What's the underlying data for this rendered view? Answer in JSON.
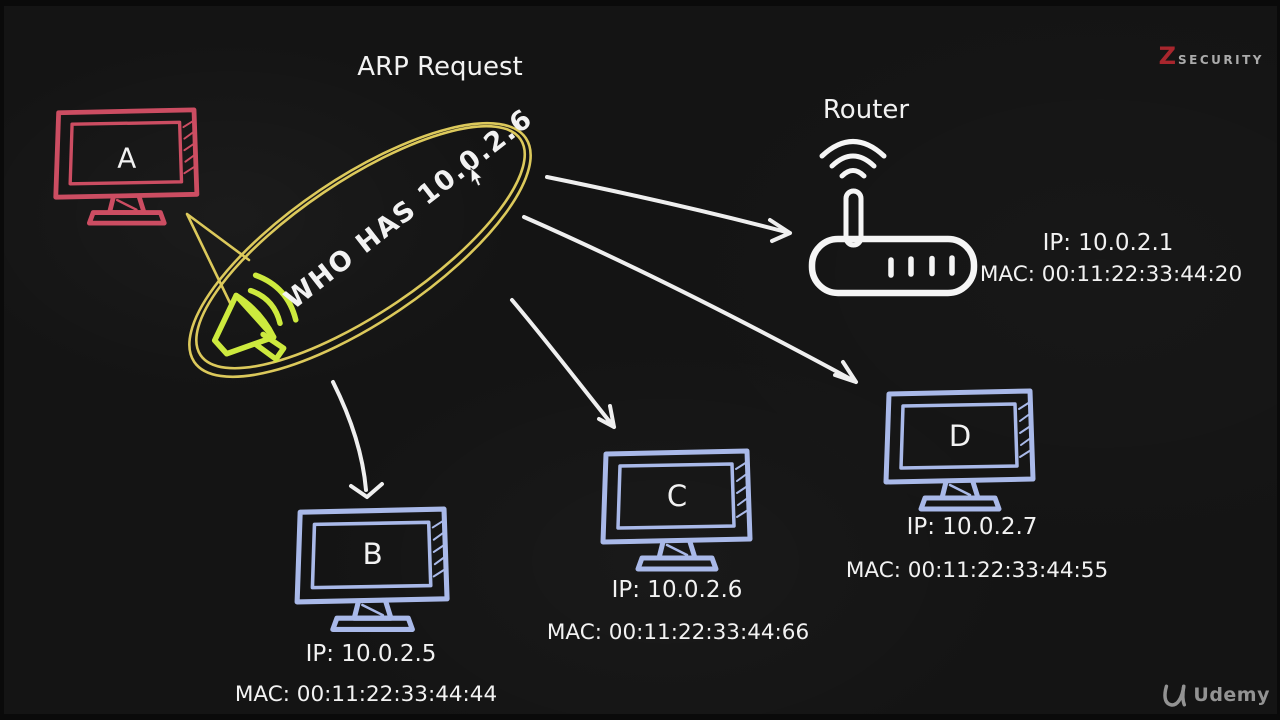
{
  "stage": {
    "title": "ARP Request",
    "background": "#141414"
  },
  "diagram": {
    "arrow_color": "#efefef",
    "text_color": "#f2f2f2"
  },
  "bubble": {
    "text": "WHO HAS 10.0.2.6",
    "outline_color": "#dcc95b",
    "text_gradient_start": "#e2b24a",
    "text_gradient_end": "#f1dd85",
    "megaphone_color": "#cdea3e"
  },
  "router": {
    "label": "Router",
    "ip": "IP: 10.0.2.1",
    "mac": "MAC: 00:11:22:33:44:20",
    "color": "#f5f5f5"
  },
  "computers": [
    {
      "label": "A",
      "color": "#cc4d62"
    },
    {
      "label": "B",
      "ip": "IP: 10.0.2.5",
      "mac": "MAC: 00:11:22:33:44:44",
      "color": "#a9b9e9"
    },
    {
      "label": "C",
      "ip": "IP: 10.0.2.6",
      "mac": "MAC: 00:11:22:33:44:66",
      "color": "#a9b9e9"
    },
    {
      "label": "D",
      "ip": "IP: 10.0.2.7",
      "mac": "MAC: 00:11:22:33:44:55",
      "color": "#a9b9e9"
    }
  ],
  "watermarks": {
    "zsecurity_z": "Z",
    "zsecurity_text": "SECURITY",
    "zsecurity_z_color": "#a8262d",
    "zsecurity_text_color": "#c6c6c6",
    "udemy_label": "Udemy",
    "udemy_color": "#939393"
  }
}
